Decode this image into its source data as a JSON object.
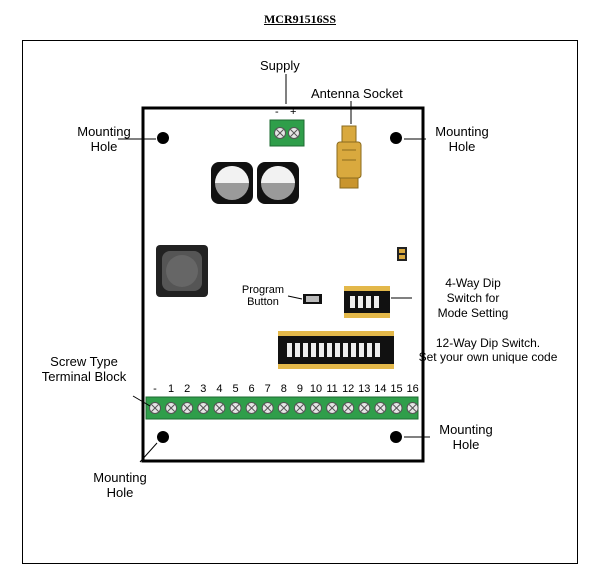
{
  "title": "MCR91516SS",
  "labels": {
    "supply": "Supply",
    "antenna_socket": "Antenna Socket",
    "mounting_hole": "Mounting Hole",
    "mounting_hole_line1": "Mounting",
    "mounting_hole_line2": "Hole",
    "program_button_line1": "Program",
    "program_button_line2": "Button",
    "dip4_line1": "4-Way Dip",
    "dip4_line2": "Switch for",
    "dip4_line3": "Mode Setting",
    "dip12_line1": "12-Way Dip Switch.",
    "dip12_line2": "Set your own unique code",
    "screw_line1": "Screw Type",
    "screw_line2": "Terminal Block",
    "supply_minus": "-",
    "supply_plus": "+"
  },
  "terminal_numbers": [
    "-",
    "1",
    "2",
    "3",
    "4",
    "5",
    "6",
    "7",
    "8",
    "9",
    "10",
    "11",
    "12",
    "13",
    "14",
    "15",
    "16"
  ],
  "colors": {
    "terminal_green": "#2f9e4a",
    "antenna_gold": "#d9a93e",
    "dip_gold": "#e3b84a",
    "board_border": "#000000"
  }
}
